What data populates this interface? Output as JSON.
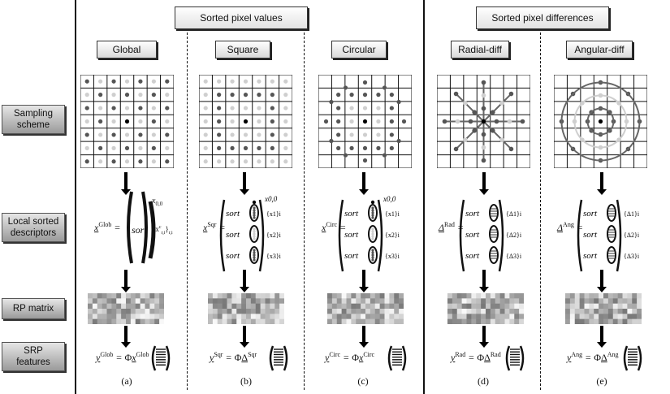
{
  "group_headers": {
    "sorted_pixel_values": "Sorted pixel values",
    "sorted_pixel_differences": "Sorted pixel differences"
  },
  "columns": [
    {
      "label": "Global",
      "tag": "(a)",
      "sup": "Glob"
    },
    {
      "label": "Square",
      "tag": "(b)",
      "sup": "Sqr"
    },
    {
      "label": "Circular",
      "tag": "(c)",
      "sup": "Circ"
    },
    {
      "label": "Radial-diff",
      "tag": "(d)",
      "sup": "Rad"
    },
    {
      "label": "Angular-diff",
      "tag": "(e)",
      "sup": "Ang"
    }
  ],
  "row_labels": {
    "sampling": [
      "Sampling",
      "scheme"
    ],
    "local": [
      "Local sorted",
      "descriptors"
    ],
    "rp": [
      "RP matrix"
    ],
    "srp": [
      "SRP",
      "features"
    ]
  },
  "formula_text": {
    "sort": "sort",
    "x00": "x",
    "x00_sub": "0,0",
    "phi": "Φ",
    "global_set": "{x",
    "global_set_sub": "r,i",
    "global_set_sup": "c",
    "global_set_tail": "}",
    "global_set_tail_sub": "r,i",
    "sqr_sets": [
      "{x",
      "{x",
      "{x"
    ],
    "sqr_subs": [
      "1,i",
      "2,i",
      "3,i"
    ],
    "circ_subs": [
      "1,i",
      "2,i",
      "3,i"
    ],
    "rad_subs": [
      "1,i",
      "2,i",
      "3,i"
    ],
    "ang_subs": [
      "1,i",
      "2,i",
      "3,i"
    ],
    "delta": "Δ",
    "i_sub": "i"
  },
  "colors": {
    "dot_dark": "#555555",
    "dot_light": "#cfcfcf",
    "dot_center": "#000000",
    "line": "#111111",
    "row_label_bg": "#b5b5b5"
  }
}
